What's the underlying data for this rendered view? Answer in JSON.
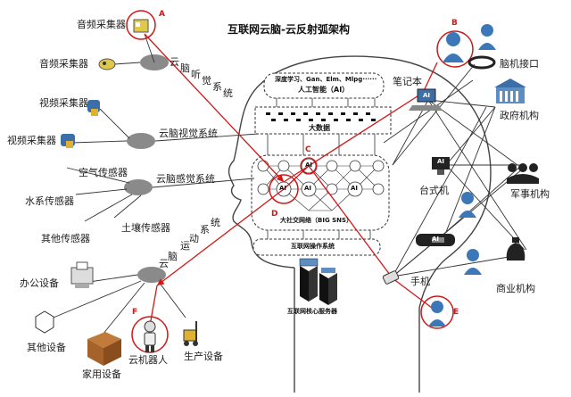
{
  "title": "互联网云脑-云反射弧架构",
  "brain": {
    "top_box_line1": "深度学习、Gan、Elm、Mlpg······",
    "top_box_line2": "人工智能（AI）",
    "big_data": "大数据",
    "sns": "大社交网络（BIG SNS）",
    "os": "互联网操作系统",
    "server": "互联网核心服务器",
    "ai_node": "AI"
  },
  "systems": {
    "auditory_chars": [
      "云",
      "脑",
      "听",
      "觉",
      "系",
      "统"
    ],
    "visual": "云脑视觉系统",
    "sensory": "云脑感觉系统",
    "motor_chars": [
      "云",
      "脑",
      "运",
      "动",
      "系",
      "统"
    ]
  },
  "left_devices": {
    "audio1": "音频采集器",
    "audio2": "音频采集器",
    "video1": "视频采集器",
    "video2": "视频采集器",
    "air": "空气传感器",
    "water": "水系传感器",
    "other_sensor": "其他传感器",
    "soil": "土壤传感器",
    "office": "办公设备",
    "other_device": "其他设备",
    "home": "家用设备",
    "robot": "云机器人",
    "production": "生产设备"
  },
  "right_devices": {
    "bci": "脑机接口",
    "laptop": "笔记本",
    "gov": "政府机构",
    "desktop": "台式机",
    "military": "军事机构",
    "phone": "手机",
    "business": "商业机构"
  },
  "markers": {
    "A": "A",
    "B": "B",
    "C": "C",
    "D": "D",
    "E": "E",
    "F": "F"
  },
  "colors": {
    "red": "#d01818",
    "line": "#333333",
    "person": "#3c78b8",
    "node": "#8a8a8a"
  }
}
